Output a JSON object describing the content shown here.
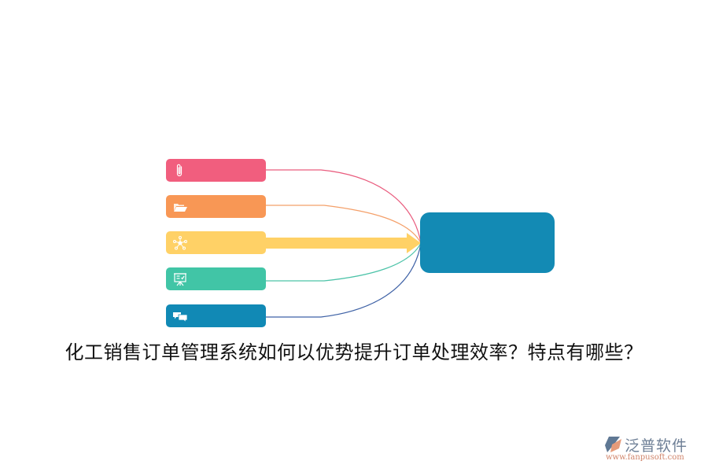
{
  "diagram": {
    "nodes": [
      {
        "id": "node-1",
        "icon": "paperclip-icon",
        "color": "#F15E7E",
        "label": ""
      },
      {
        "id": "node-2",
        "icon": "folder-open-icon",
        "color": "#F89755",
        "label": ""
      },
      {
        "id": "node-3",
        "icon": "network-hub-icon",
        "color": "#FFD166",
        "label": ""
      },
      {
        "id": "node-4",
        "icon": "presentation-board-icon",
        "color": "#41C5A6",
        "label": ""
      },
      {
        "id": "node-5",
        "icon": "chat-bubbles-icon",
        "color": "#1189B5",
        "label": ""
      }
    ],
    "connectors": [
      {
        "from": "node-1",
        "to": "center",
        "color": "#E95C7E",
        "style": "curve"
      },
      {
        "from": "node-2",
        "to": "center",
        "color": "#F4A06A",
        "style": "curve"
      },
      {
        "from": "node-3",
        "to": "center",
        "color": "#FFD166",
        "style": "thick-arrow"
      },
      {
        "from": "node-4",
        "to": "center",
        "color": "#4CC3A8",
        "style": "curve"
      },
      {
        "from": "node-5",
        "to": "center",
        "color": "#3F62A6",
        "style": "curve"
      }
    ],
    "center": {
      "color": "#138AB4",
      "label": ""
    }
  },
  "title": "化工销售订单管理系统如何以优势提升订单处理效率？特点有哪些？",
  "logo": {
    "name": "泛普软件",
    "url": "www.fanpusoft.com",
    "icon": "fanpu-logo-icon"
  }
}
